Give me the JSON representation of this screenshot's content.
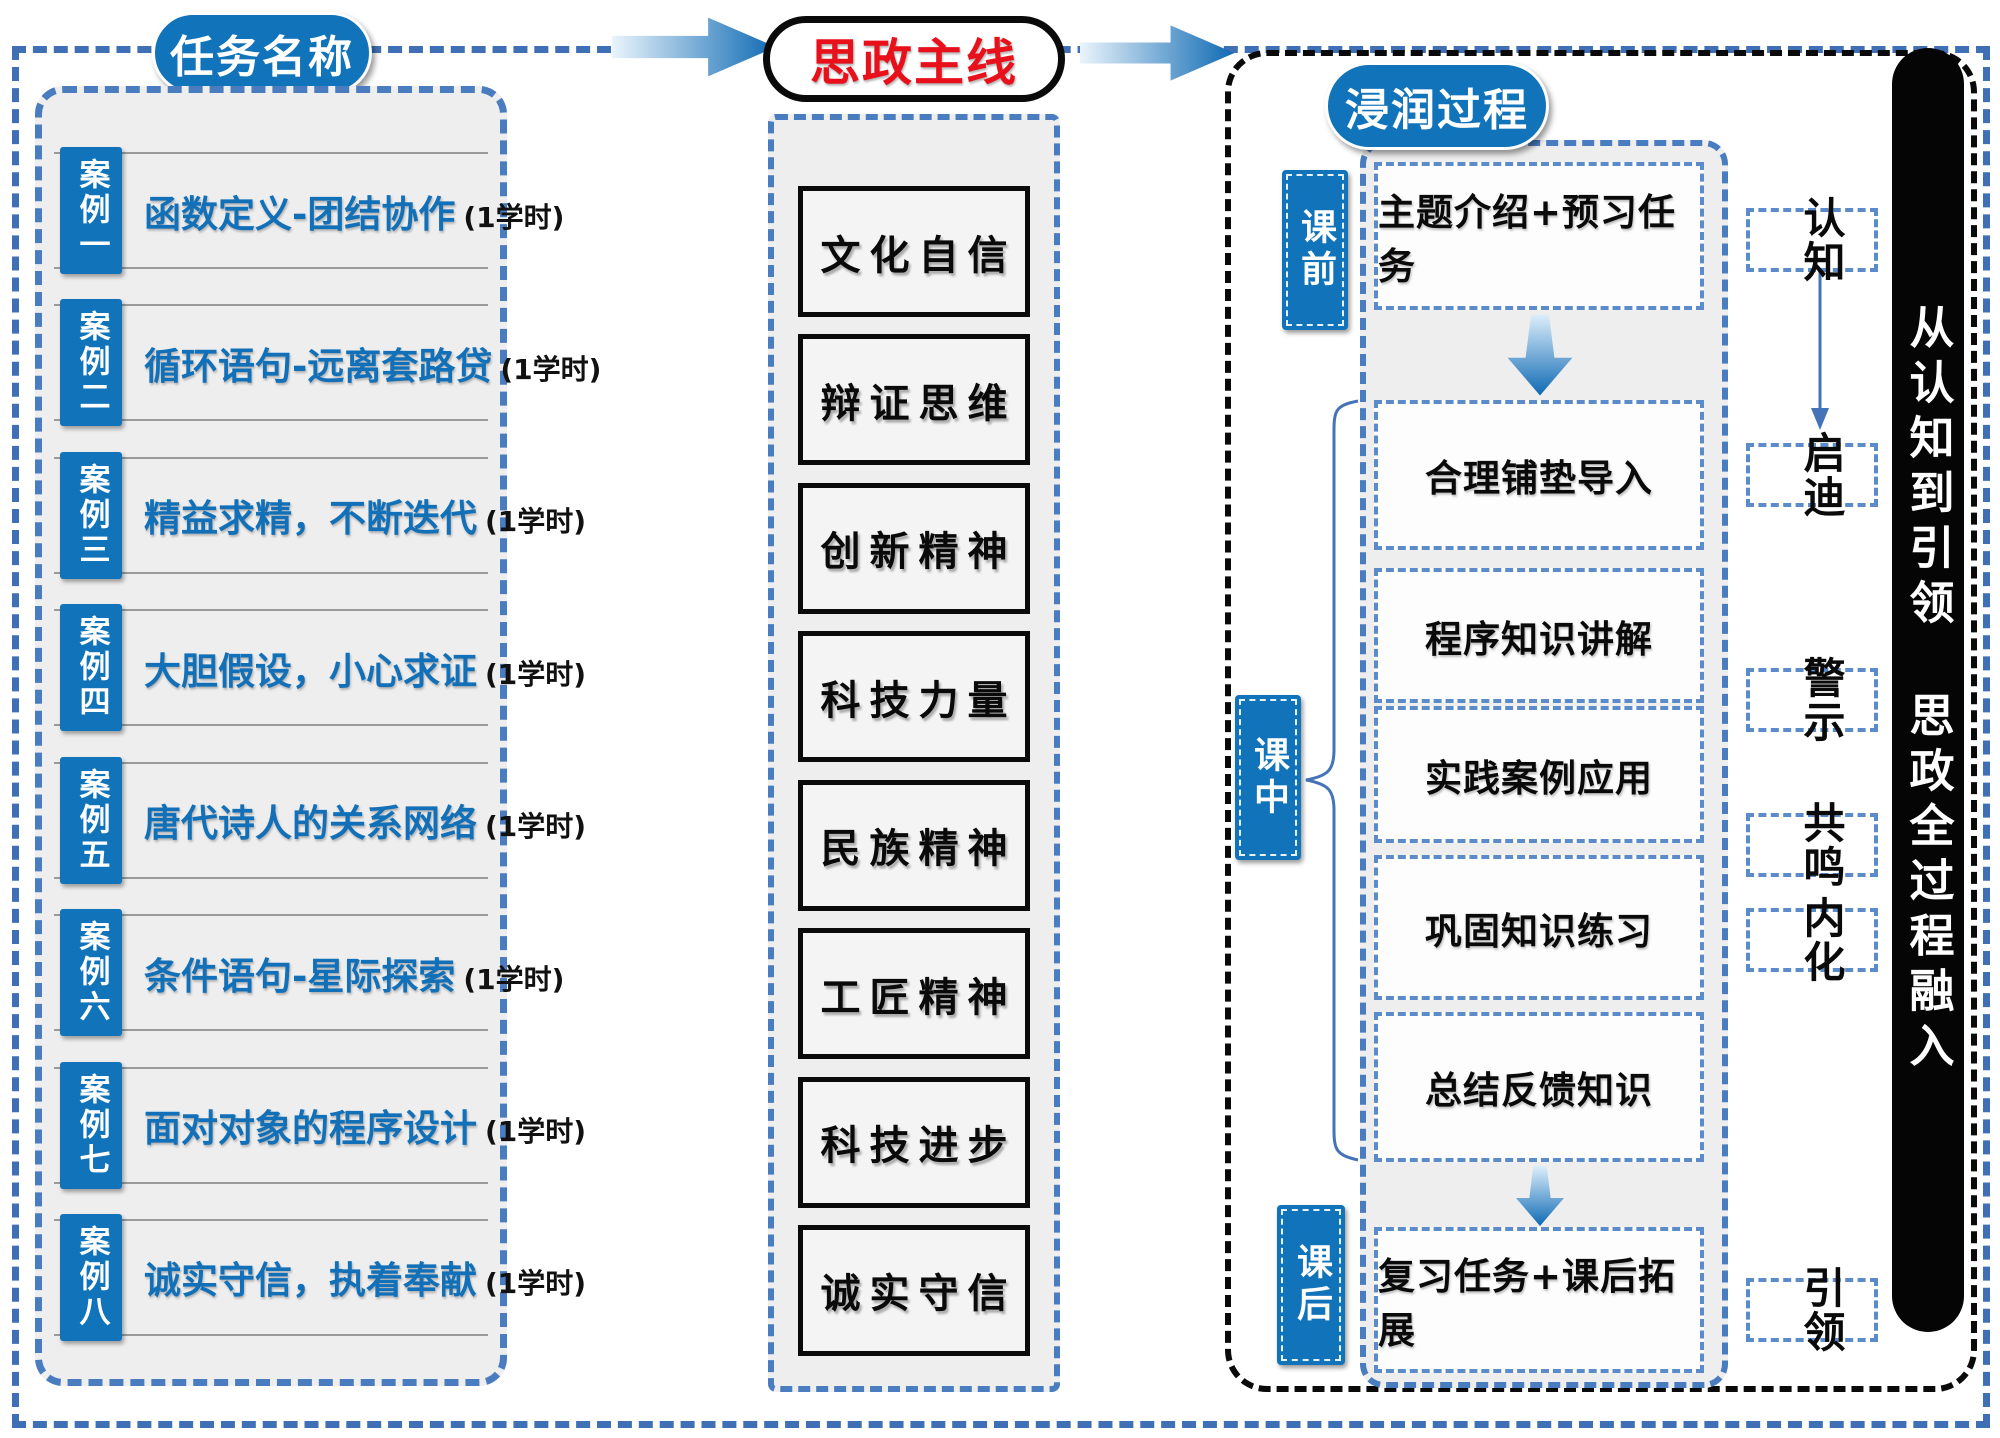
{
  "header": {
    "tasks_title": "任务名称",
    "ideology_title": "思政主线",
    "process_title": "浸润过程"
  },
  "cases": [
    {
      "label": "案例一",
      "title": "函数定义-团结协作",
      "hours": "(1学时)"
    },
    {
      "label": "案例二",
      "title": "循环语句-远离套路贷",
      "hours": "(1学时)"
    },
    {
      "label": "案例三",
      "title": "精益求精，不断迭代",
      "hours": "(1学时)"
    },
    {
      "label": "案例四",
      "title": "大胆假设，小心求证",
      "hours": "(1学时)"
    },
    {
      "label": "案例五",
      "title": "唐代诗人的关系网络",
      "hours": "(1学时)"
    },
    {
      "label": "案例六",
      "title": "条件语句-星际探索",
      "hours": "(1学时)"
    },
    {
      "label": "案例七",
      "title": "面对对象的程序设计",
      "hours": "(1学时)"
    },
    {
      "label": "案例八",
      "title": "诚实守信，执着奉献",
      "hours": "(1学时)"
    }
  ],
  "ideology_items": [
    {
      "text": "文化自信"
    },
    {
      "text": "辩证思维"
    },
    {
      "text": "创新精神"
    },
    {
      "text": "科技力量"
    },
    {
      "text": "民族精神"
    },
    {
      "text": "工匠精神"
    },
    {
      "text": "科技进步"
    },
    {
      "text": "诚实守信"
    }
  ],
  "process": {
    "phases": [
      {
        "label": "课前"
      },
      {
        "label": "课中"
      },
      {
        "label": "课后"
      }
    ],
    "steps": [
      {
        "text": "主题介绍+预习任务"
      },
      {
        "text": "合理铺垫导入"
      },
      {
        "text": "程序知识讲解"
      },
      {
        "text": "实践案例应用"
      },
      {
        "text": "巩固知识练习"
      },
      {
        "text": "总结反馈知识"
      },
      {
        "text": "复习任务+课后拓展"
      }
    ],
    "flow_labels": [
      {
        "text": "认知"
      },
      {
        "text": "启迪"
      },
      {
        "text": "警示"
      },
      {
        "text": "共鸣"
      },
      {
        "text": "内化"
      },
      {
        "text": "引领"
      }
    ],
    "banner_top": "从认知到引领",
    "banner_bottom": "思政全过程融入"
  },
  "colors": {
    "brand_blue": "#1173b9",
    "dashed_blue": "#4a7dc0",
    "title_red": "#e8101a",
    "panel_gray": "#eeeeef",
    "black": "#0a0a0a"
  }
}
